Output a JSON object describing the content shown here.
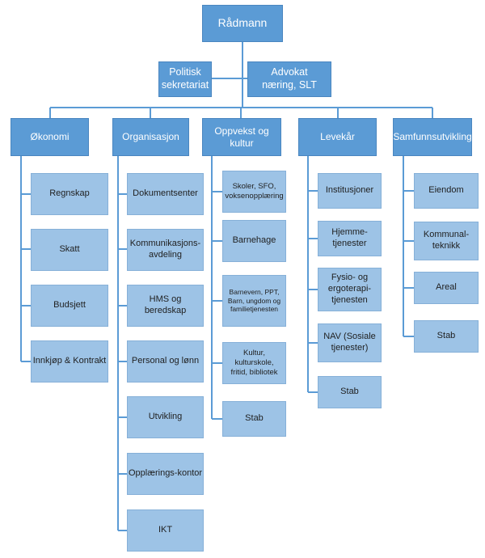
{
  "top": {
    "label": "Rådmann"
  },
  "staff": [
    {
      "label": "Politisk\nsekretariat"
    },
    {
      "label": "Advokat\nnæring, SLT"
    }
  ],
  "departments": [
    {
      "label": "Økonomi",
      "units": [
        "Regnskap",
        "Skatt",
        "Budsjett",
        "Innkjøp & Kontrakt"
      ]
    },
    {
      "label": "Organisasjon",
      "units": [
        "Dokumentsenter",
        "Kommunikasjons-\navdeling",
        "HMS og beredskap",
        "Personal og lønn",
        "Utvikling",
        "Opplærings-kontor",
        "IKT"
      ]
    },
    {
      "label": "Oppvekst og kultur",
      "units": [
        "Skoler, SFO,\nvoksenopplæring",
        "Barnehage",
        "Barnevern, PPT,\nBarn, ungdom og\nfamilietjenesten",
        "Kultur, kulturskole,\nfritid, bibliotek",
        "Stab"
      ]
    },
    {
      "label": "Levekår",
      "units": [
        "Institusjoner",
        "Hjemme-\ntjenester",
        "Fysio- og\nergoterapi-\ntjenesten",
        "NAV (Sosiale\ntjenester)",
        "Stab"
      ]
    },
    {
      "label": "Samfunnsutvikling",
      "units": [
        "Eiendom",
        "Kommunal-\nteknikk",
        "Areal",
        "Stab"
      ]
    }
  ],
  "colors": {
    "dark": "#5b9bd5",
    "light": "#9dc3e6",
    "line": "#5b9bd5"
  }
}
